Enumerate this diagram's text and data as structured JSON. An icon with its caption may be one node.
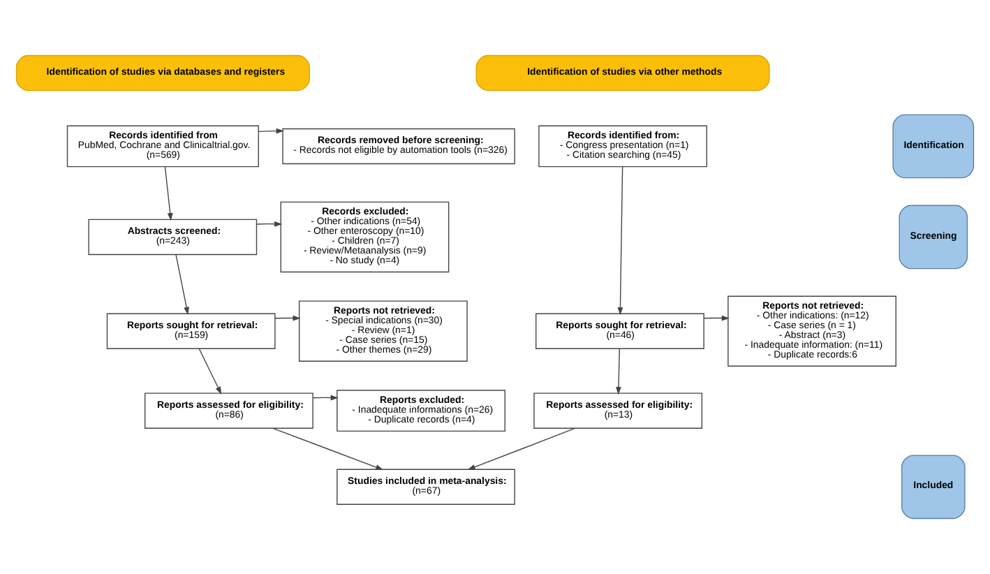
{
  "diagram": {
    "nodes": [
      {
        "text": [
          "Identification of studies via databases and registers"
        ]
      },
      {
        "text": [
          "Identification of studies via other methods"
        ]
      },
      {
        "text": [
          "Identification"
        ]
      },
      {
        "text": [
          "Records identified from",
          "PubMed, Cochrane and Clinicaltrial.gov.",
          "(n=569)"
        ]
      },
      {
        "text": [
          "Records removed before screening:",
          "- Records not eligible by automation tools (n=326)"
        ]
      },
      {
        "text": [
          "Screening"
        ]
      },
      {
        "text": [
          "Abstracts screened:",
          "(n=243)"
        ]
      },
      {
        "text": [
          "Records excluded:",
          "- Other indications (n=54)",
          "- Other enteroscopy (n=10)",
          "- Children (n=7)",
          "- Review/Metaanalysis (n=9)",
          "- No study (n=4)"
        ]
      },
      {
        "text": [
          "Reports sought for retrieval:",
          "(n=159)"
        ]
      },
      {
        "text": [
          "Reports not retrieved:",
          "- Special indications (n=30)",
          "- Review (n=1)",
          "- Case series (n=15)",
          "- Other themes (n=29)"
        ]
      },
      {
        "text": [
          "Reports assessed for eligibility:",
          "(n=86)"
        ]
      },
      {
        "text": [
          "Reports excluded:",
          "- Inadequate informations (n=26)",
          "- Duplicate records (n=4)"
        ]
      },
      {
        "text": [
          "Included"
        ]
      },
      {
        "text": [
          "Studies included in meta-analysis:",
          "(n=67)"
        ]
      },
      {
        "text": [
          "Records identified from:",
          "- Congress presentation (n=1)",
          "- Citation searching (n=45)"
        ]
      },
      {
        "text": [
          "Reports sought for retrieval:",
          "(n=46)"
        ]
      },
      {
        "text": [
          "Reports not retrieved:",
          "- Other indications: (n=12)",
          "- Case series (n = 1)",
          "- Abstract (n=3)",
          "- Inadequate information: (n=11)",
          "- Duplicate records:6"
        ]
      },
      {
        "text": [
          "Reports assessed for eligibility:",
          "(n=13)"
        ]
      }
    ],
    "edges": [
      {
        "from": 3,
        "to": 4,
        "arrow": "to"
      },
      {
        "from": 3,
        "to": 6,
        "arrow": "to"
      },
      {
        "from": 6,
        "to": 7,
        "arrow": "to"
      },
      {
        "from": 6,
        "to": 8,
        "arrow": "to"
      },
      {
        "from": 8,
        "to": 9,
        "arrow": "to"
      },
      {
        "from": 8,
        "to": 10,
        "arrow": "to"
      },
      {
        "from": 10,
        "to": 11,
        "arrow": "to"
      },
      {
        "from": 10,
        "to": 13,
        "arrow": "to"
      },
      {
        "from": 14,
        "to": 15,
        "arrow": "to"
      },
      {
        "from": 15,
        "to": 16,
        "arrow": "to"
      },
      {
        "from": 15,
        "to": 17,
        "arrow": "to"
      },
      {
        "from": 17,
        "to": 13,
        "arrow": "to"
      }
    ]
  }
}
